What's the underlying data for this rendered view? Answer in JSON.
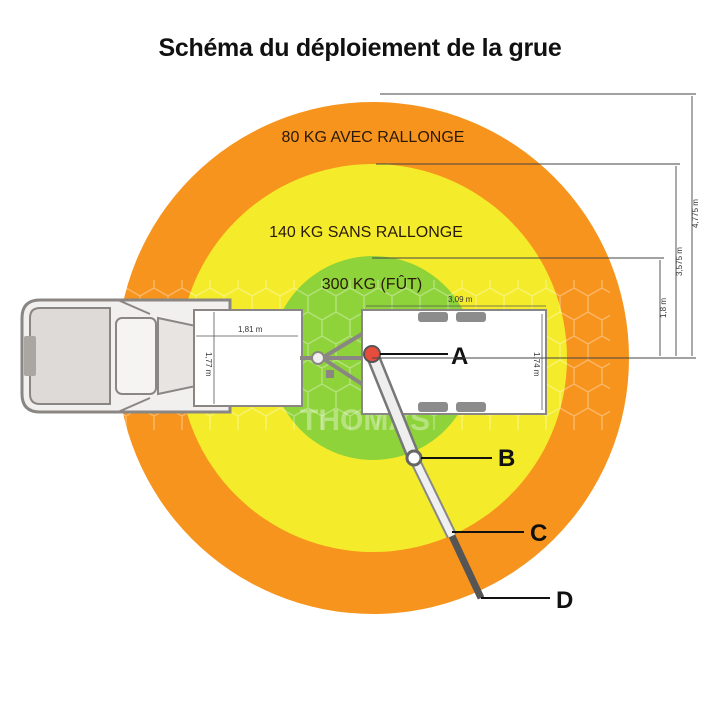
{
  "title": "Schéma du déploiement de la grue",
  "zones": [
    {
      "label": "80 KG AVEC RALLONGE",
      "color": "#f7941d"
    },
    {
      "label": "140 KG SANS RALLONGE",
      "color": "#f4ec2a"
    },
    {
      "label": "300 KG (FÛT)",
      "color": "#8fd33b"
    }
  ],
  "dimensions": {
    "radius_outer": "4,775 m",
    "radius_middle": "3,575 m",
    "radius_inner": "1,8 m",
    "trailer_length": "3,09 m",
    "trailer_width": "1,74 m",
    "car_body_length": "1,81 m",
    "car_body_width": "1,77 m"
  },
  "points": [
    "A",
    "B",
    "C",
    "D"
  ],
  "watermark": "THOMAS"
}
